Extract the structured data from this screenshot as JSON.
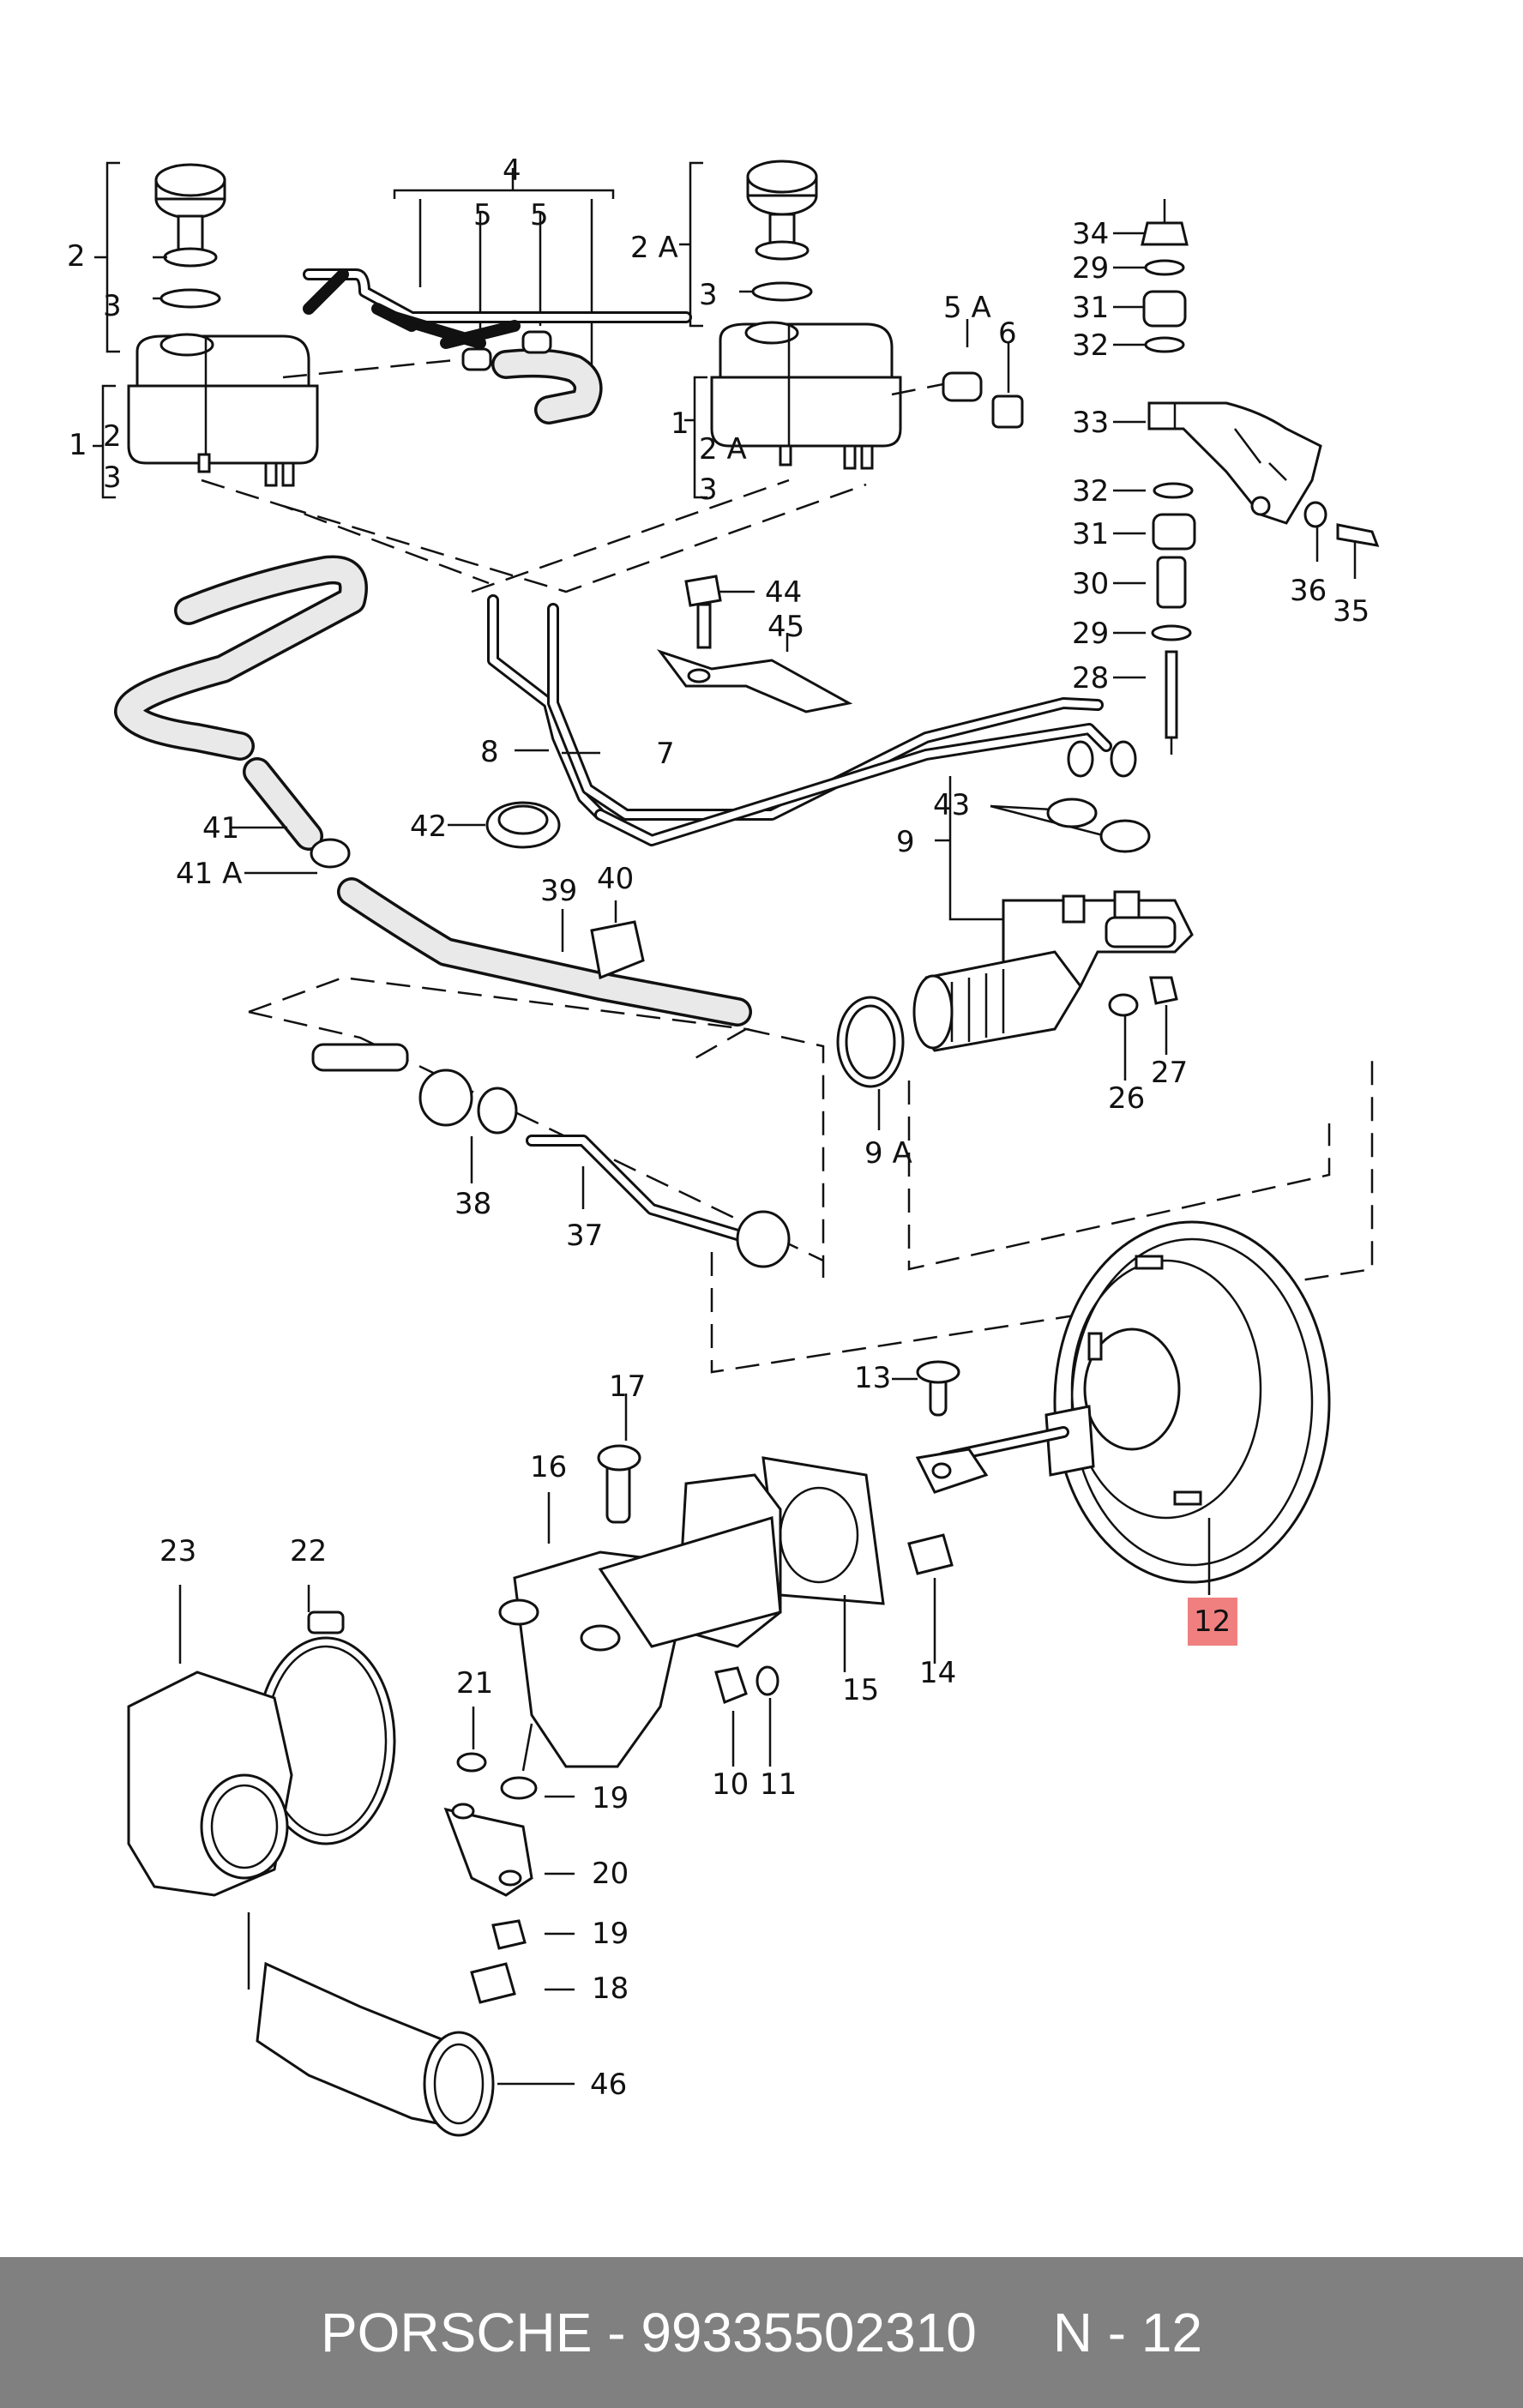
{
  "labels": {
    "l4": "4",
    "l5a": "5",
    "l5b": "5",
    "l2": "2",
    "l3": "3",
    "l1": "1",
    "l2b": "2",
    "l3b": "3",
    "l2A": "2 A",
    "l3c": "3",
    "l1b": "1",
    "l2A2": "2 A",
    "l3d": "3",
    "l5A": "5 A",
    "l6": "6",
    "l34": "34",
    "l29": "29",
    "l31": "31",
    "l32": "32",
    "l33": "33",
    "l32b": "32",
    "l31b": "31",
    "l30": "30",
    "l29b": "29",
    "l28": "28",
    "l36": "36",
    "l35": "35",
    "l44": "44",
    "l45": "45",
    "l8": "8",
    "l7": "7",
    "l43": "43",
    "l9": "9",
    "l42": "42",
    "l41": "41",
    "l41A": "41 A",
    "l39": "39",
    "l40": "40",
    "l9A": "9 A",
    "l26": "26",
    "l27": "27",
    "l38": "38",
    "l37": "37",
    "l13": "13",
    "l17": "17",
    "l16": "16",
    "l23": "23",
    "l22": "22",
    "l12": "12",
    "l15": "15",
    "l14": "14",
    "l21": "21",
    "l10": "10",
    "l11": "11",
    "l19": "19",
    "l20": "20",
    "l19b": "19",
    "l18": "18",
    "l46": "46"
  },
  "highlight_color": "#f08080",
  "footer": {
    "text": "PORSCHE - 99335502310     N - 12"
  }
}
